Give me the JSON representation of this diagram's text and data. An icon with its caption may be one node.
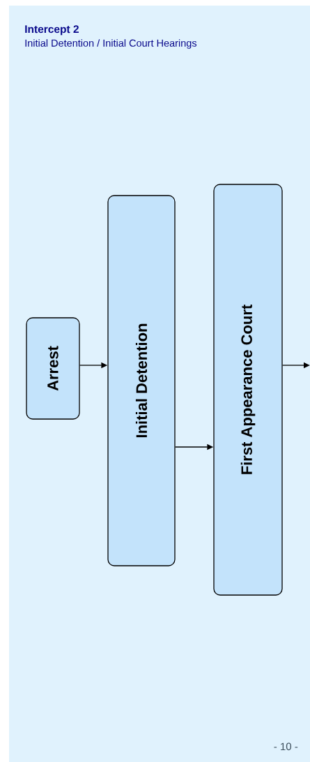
{
  "diagram": {
    "title": "Intercept 2",
    "nodes": [
      {
        "text": [
          "Arrest"
        ]
      },
      {
        "text": [
          "Initial Detention"
        ]
      },
      {
        "text": [
          "First Appearance Court"
        ]
      }
    ],
    "edges": [
      {
        "from": 0,
        "to": 1,
        "arrow": "to"
      },
      {
        "from": 1,
        "to": 2,
        "arrow": "to"
      },
      {
        "from": 2,
        "to": null,
        "arrow": "to"
      }
    ],
    "labels": [
      "Initial Detention / Initial Court Hearings",
      "- 10 -"
    ]
  }
}
